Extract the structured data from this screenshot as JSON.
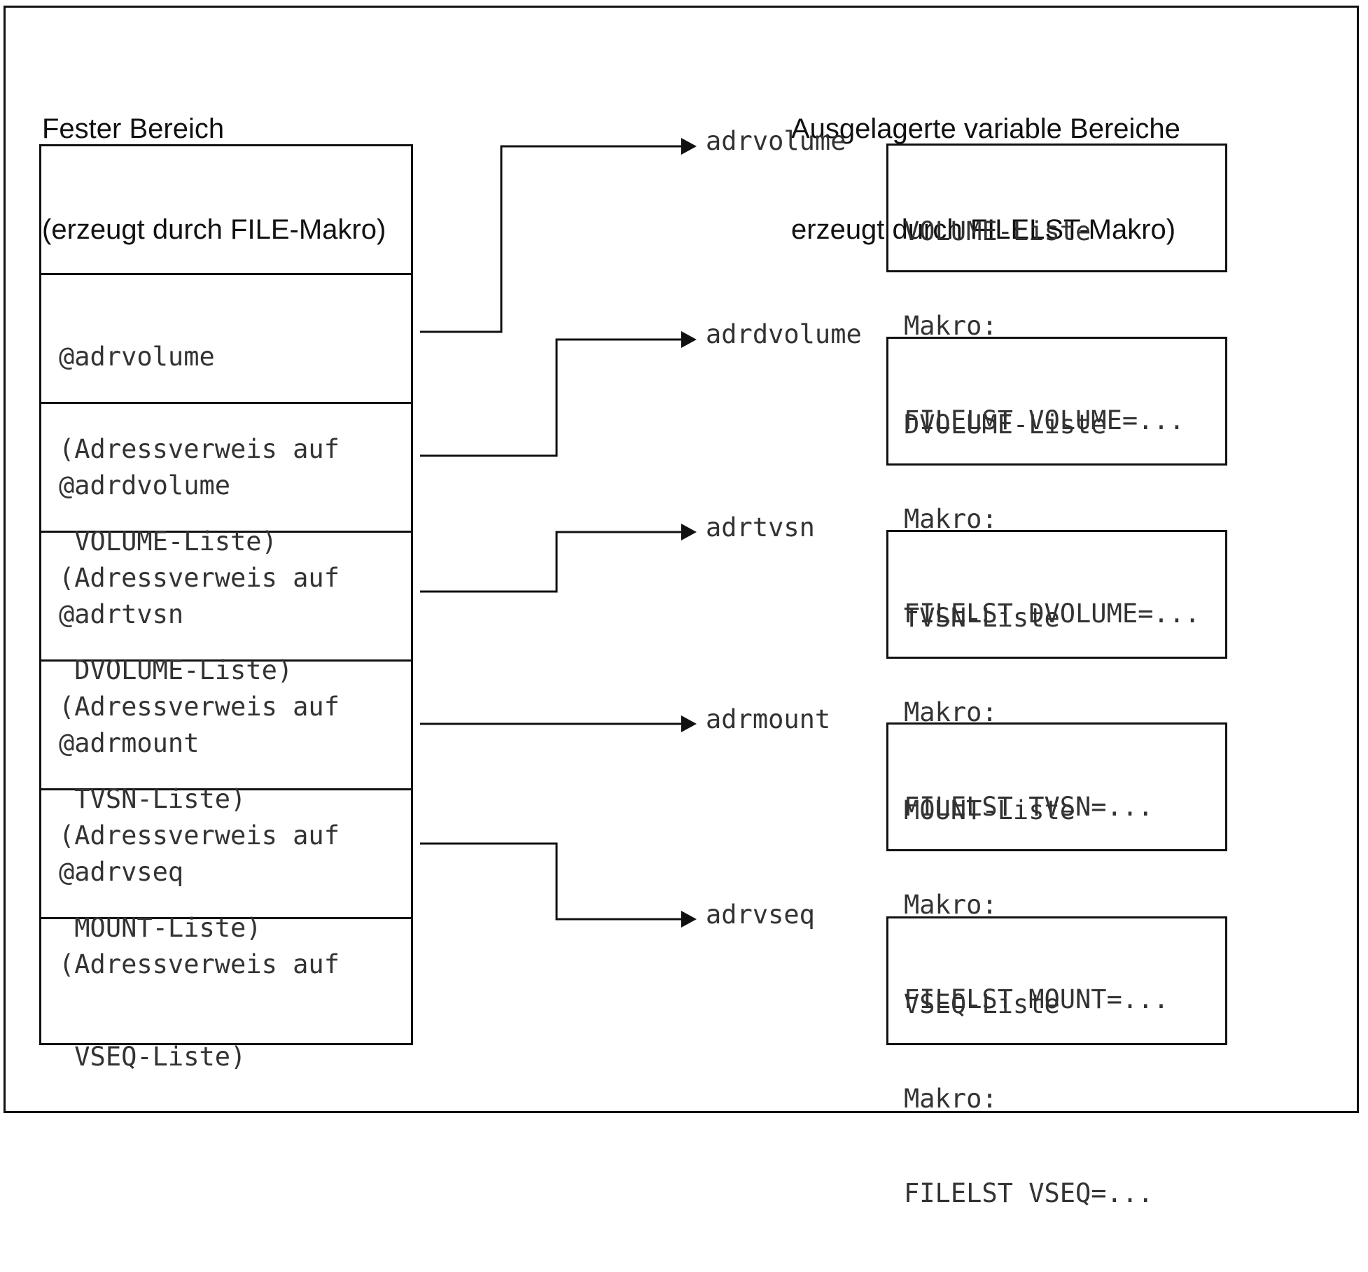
{
  "headings": {
    "left_line1": "Fester Bereich",
    "left_line2": "(erzeugt durch FILE-Makro)",
    "right_line1": "Ausgelagerte variable Bereiche",
    "right_line2": "erzeugt durch FILELST-Makro)"
  },
  "fixed_area": {
    "entries": [
      {
        "line1": "@adrvolume",
        "line2": "(Adressverweis auf",
        "line3": " VOLUME-Liste)"
      },
      {
        "line1": "@adrdvolume",
        "line2": "(Adressverweis auf",
        "line3": " DVOLUME-Liste)"
      },
      {
        "line1": "@adrtvsn",
        "line2": "(Adressverweis auf",
        "line3": " TVSN-Liste)"
      },
      {
        "line1": "@adrmount",
        "line2": "(Adressverweis auf",
        "line3": " MOUNT-Liste)"
      },
      {
        "line1": "@adrvseq",
        "line2": "(Adressverweis auf",
        "line3": " VSEQ-Liste)"
      }
    ]
  },
  "pointers": [
    "adrvolume",
    "adrdvolume",
    "adrtvsn",
    "adrmount",
    "adrvseq"
  ],
  "lists": [
    {
      "line1": "VOLUME-Liste",
      "line2": "Makro:",
      "line3": "FILELST VOLUME=..."
    },
    {
      "line1": "DVOLUME-Liste",
      "line2": "Makro:",
      "line3": "FILELST DVOLUME=..."
    },
    {
      "line1": "TVSN-Liste",
      "line2": "Makro:",
      "line3": "FILELST TVSN=..."
    },
    {
      "line1": "MOUNT-Liste",
      "line2": "Makro:",
      "line3": "FILELST MOUNT=..."
    },
    {
      "line1": "VSEQ-Liste",
      "line2": "Makro:",
      "line3": "FILELST VSEQ=..."
    }
  ]
}
